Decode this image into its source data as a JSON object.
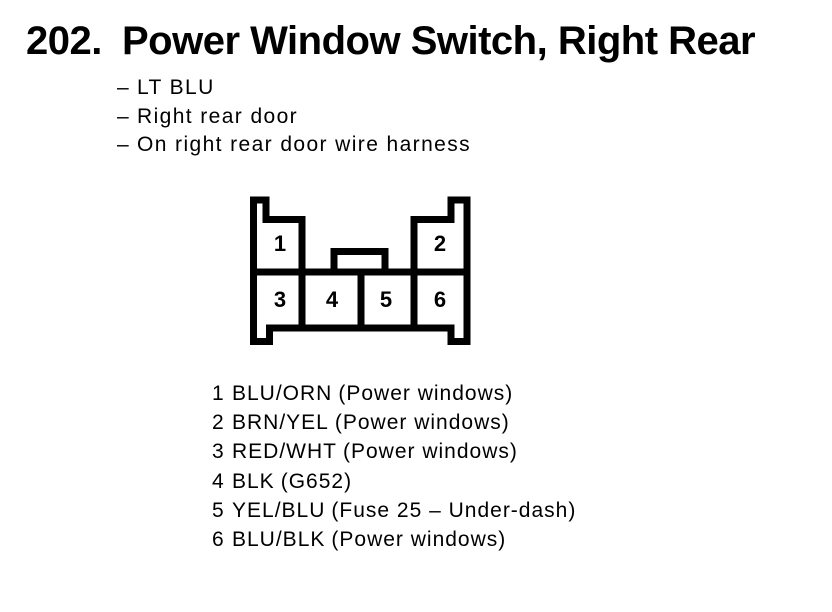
{
  "page": {
    "background": "#ffffff",
    "ink": "#000000"
  },
  "header": {
    "number": "202.",
    "title": "Power Window Switch, Right Rear"
  },
  "notes": {
    "bullet": "–",
    "items": [
      "LT BLU",
      "Right rear door",
      "On right rear door wire harness"
    ]
  },
  "connector": {
    "description": "6-pin connector face view, two rows",
    "top_row_pins": [
      "1",
      "2"
    ],
    "bottom_row_pins": [
      "3",
      "4",
      "5",
      "6"
    ],
    "pins": [
      "1",
      "2",
      "3",
      "4",
      "5",
      "6"
    ]
  },
  "pin_list": {
    "rows": [
      {
        "pin": "1",
        "wire": "BLU/ORN",
        "note": "(Power windows)"
      },
      {
        "pin": "2",
        "wire": "BRN/YEL",
        "note": "(Power windows)"
      },
      {
        "pin": "3",
        "wire": "RED/WHT",
        "note": "(Power windows)"
      },
      {
        "pin": "4",
        "wire": "BLK",
        "note": "(G652)"
      },
      {
        "pin": "5",
        "wire": "YEL/BLU",
        "note": "(Fuse 25 – Under-dash)"
      },
      {
        "pin": "6",
        "wire": "BLU/BLK",
        "note": "(Power windows)"
      }
    ]
  }
}
